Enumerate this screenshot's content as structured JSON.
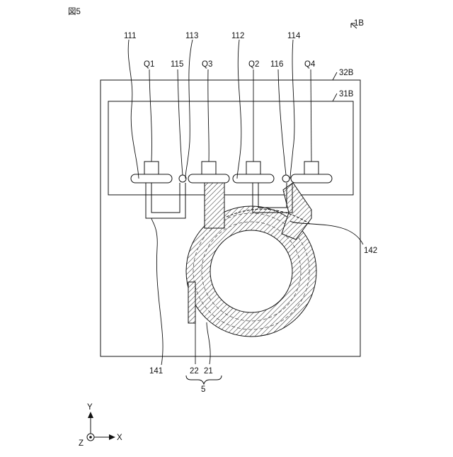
{
  "figure_label": "図5",
  "labels": {
    "assembly": "1B",
    "outer_case": "32B",
    "inner_board": "31B",
    "conductor_111": "111",
    "conductor_113": "113",
    "conductor_112": "112",
    "conductor_114": "114",
    "switch_q1": "Q1",
    "joint_115": "115",
    "switch_q3": "Q3",
    "switch_q2": "Q2",
    "joint_116": "116",
    "switch_q4": "Q4",
    "bus_141": "141",
    "bus_142": "142",
    "layer_22": "22",
    "layer_21": "21",
    "coil_5": "5"
  },
  "axes": {
    "y": "Y",
    "x": "X",
    "z": "Z"
  }
}
